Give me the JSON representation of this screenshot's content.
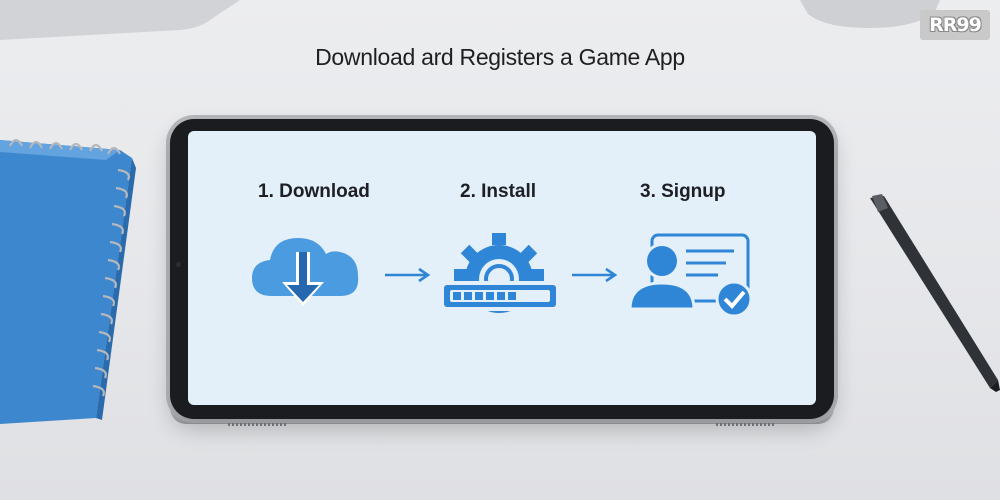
{
  "page": {
    "title": "Download ard Registers a Game App"
  },
  "logo": {
    "text": "RR99"
  },
  "steps": [
    {
      "label": "1. Download",
      "icon": "cloud-download-icon"
    },
    {
      "label": "2. Install",
      "icon": "gear-progress-icon"
    },
    {
      "label": "3. Signup",
      "icon": "user-profile-check-icon"
    }
  ],
  "colors": {
    "accent": "#2f86d6",
    "screen": "#e3eff9",
    "notebook": "#3d87cf",
    "device": "#1b1c1f"
  }
}
